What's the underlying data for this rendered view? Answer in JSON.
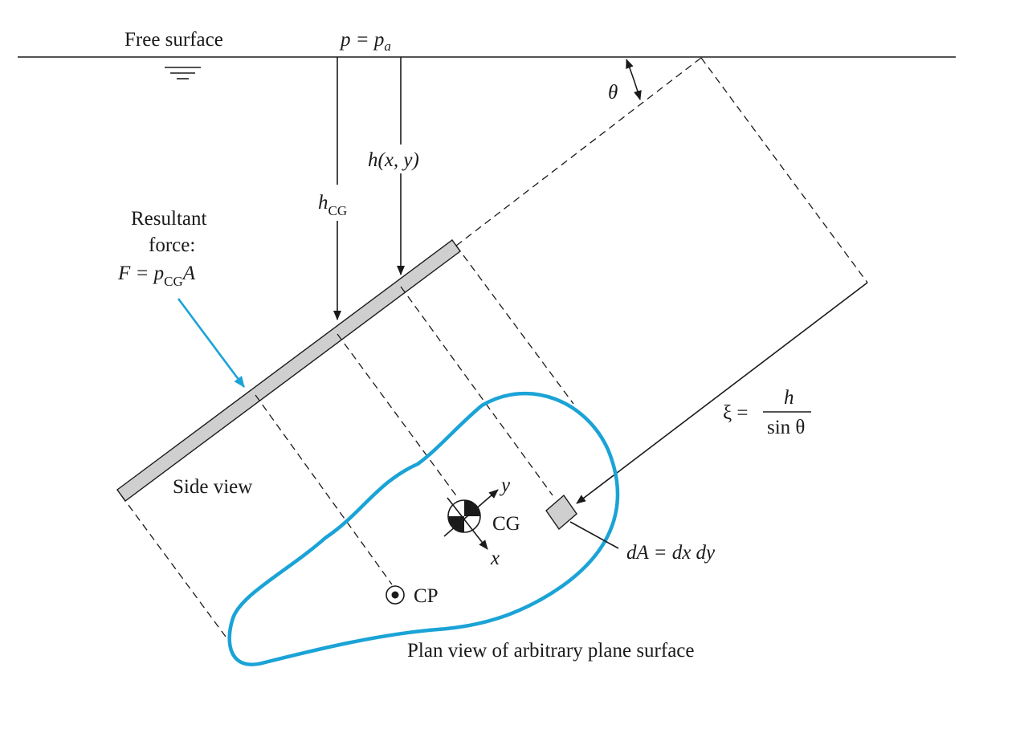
{
  "labels": {
    "free_surface": "Free surface",
    "p_eq": "p = p",
    "p_sub": "a",
    "theta": "θ",
    "h_xy": "h(x, y)",
    "h_cg_main": "h",
    "h_cg_sub": "CG",
    "resultant": "Resultant",
    "force": "force:",
    "F_eq": "F = p",
    "F_sub": "CG",
    "F_A": "A",
    "xi_lhs": "ξ =",
    "xi_num": "h",
    "xi_den": "sin θ",
    "side_view": "Side view",
    "y_axis": "y",
    "x_axis": "x",
    "cg": "CG",
    "cp": "CP",
    "dA": "dA = dx dy",
    "plan_view": "Plan view of arbitrary plane surface"
  },
  "colors": {
    "outline": "#1aa3d6",
    "plate": "#cfcfcf",
    "ink": "#1a1a1a"
  },
  "icons": {
    "free_surface_symbol": "water-level-icon",
    "cg_symbol": "centroid-icon",
    "cp_symbol": "center-of-pressure-icon"
  }
}
